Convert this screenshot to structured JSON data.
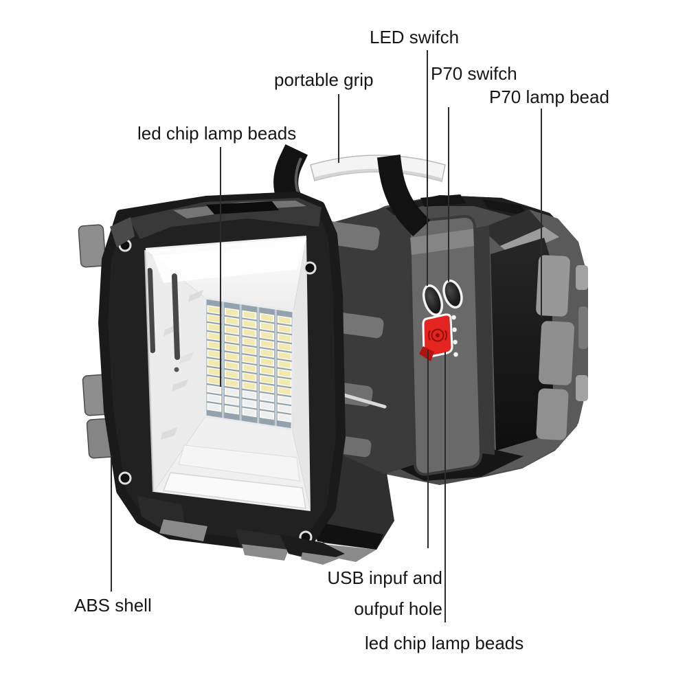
{
  "diagram": {
    "kind": "product-annotation",
    "subject": "dual-head portable LED searchlight",
    "background_color": "#ffffff",
    "label_text_color": "#161616",
    "leader_line_color": "#2b2b2b"
  },
  "annotations": {
    "led_switch": {
      "text": "LED swifch"
    },
    "portable_grip": {
      "text": "portable grip"
    },
    "p70_switch": {
      "text": "P70 swifch"
    },
    "p70_lamp_bead": {
      "text": "P70 lamp bead"
    },
    "led_chip_lamp_beads_left": {
      "text": "led chip lamp beads"
    },
    "abs_shell": {
      "text": "ABS shell"
    },
    "usb_hole_line1": {
      "text": "USB inpuf and"
    },
    "usb_hole_line2": {
      "text": "oufpuf hole"
    },
    "led_chip_lamp_beads_bottom": {
      "text": "led chip lamp beads"
    }
  },
  "device": {
    "usb_cover_icon": "red-emblem-burst-icon",
    "indicator_dots": {
      "count": 4,
      "color": "#f4f4f4",
      "edge": "#8a8a8a"
    },
    "led_grid": {
      "cols": 5,
      "rows": 12,
      "yellow_rows": 9,
      "pcb_gap_color": "#c3ccd3",
      "pcb_color": "#94a2ae",
      "pad_color": "#fbfbf1",
      "chip_color": "#f1e9ad",
      "white_chip_color": "#edeff1"
    },
    "colors": {
      "shell_black": "#1f1f1f",
      "body_gray": "#4c4c4c",
      "panel_gray": "#696969",
      "armor_light": "#989898",
      "reflector_white": "#f6f6f6",
      "grip_white": "#f4f4f4",
      "button_red": "#e3241f",
      "button_red_dark": "#8f0f0d"
    }
  }
}
